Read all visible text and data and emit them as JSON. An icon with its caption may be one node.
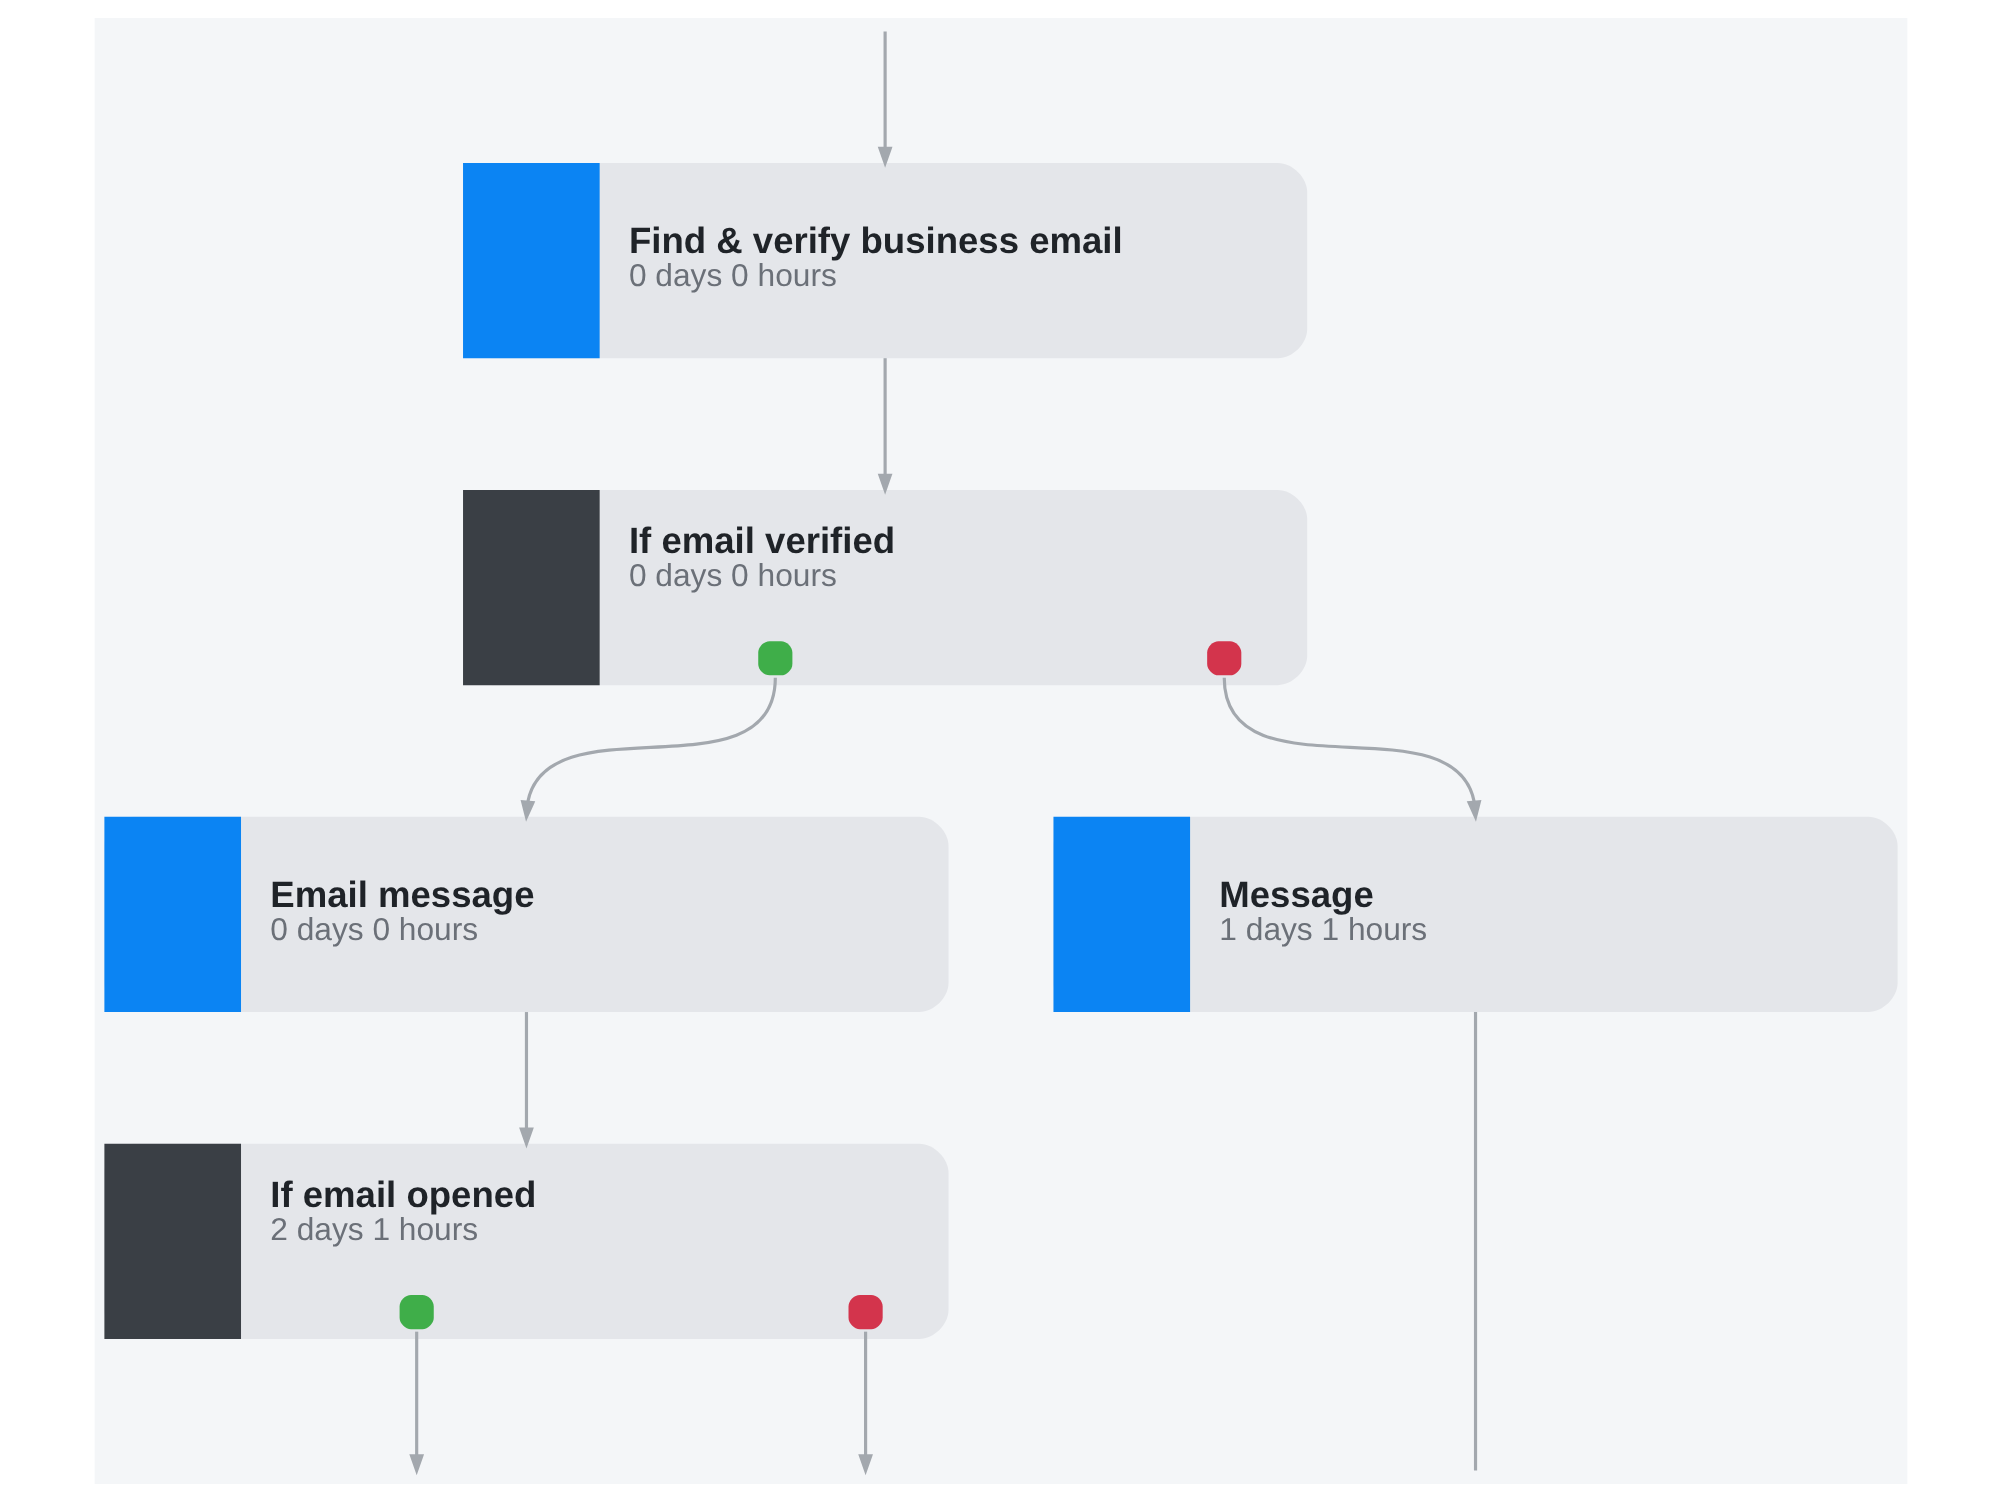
{
  "diagram": {
    "nodes": [
      {
        "text": [
          "Find & verify business email",
          "0 days 0 hours"
        ]
      },
      {
        "text": [
          "If email verified",
          "0 days 0 hours"
        ]
      },
      {
        "text": [
          "Email message",
          "0 days 0 hours"
        ]
      },
      {
        "text": [
          "Message",
          "1 days 1 hours"
        ]
      },
      {
        "text": [
          "If email opened",
          "2 days 1 hours"
        ]
      }
    ],
    "edges": [
      {
        "from": null,
        "to": 0,
        "arrow": "to"
      },
      {
        "from": 0,
        "to": 1,
        "arrow": "to"
      },
      {
        "from": 1,
        "to": 2,
        "arrow": "to"
      },
      {
        "from": 1,
        "to": 3,
        "arrow": "to"
      },
      {
        "from": 2,
        "to": 4,
        "arrow": "to"
      },
      {
        "from": 4,
        "to": null,
        "arrow": "to"
      },
      {
        "from": 4,
        "to": null,
        "arrow": "to"
      },
      {
        "from": 3,
        "to": null,
        "arrow": "none"
      }
    ]
  }
}
